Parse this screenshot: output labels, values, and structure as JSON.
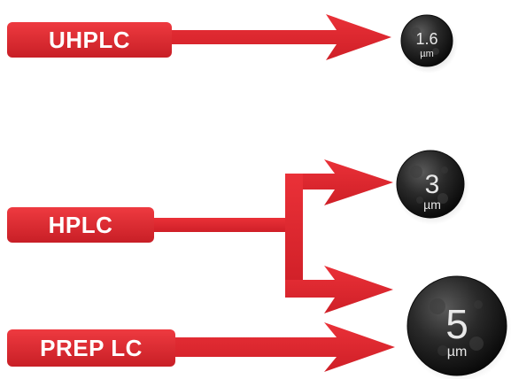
{
  "colors": {
    "arrow": "#e3252e",
    "arrow_dark": "#c91d26",
    "label_bg": "#e12a30",
    "label_text": "#ffffff",
    "particle": "#1a1a1a",
    "particle_text": "#e6e6e6"
  },
  "labels": {
    "uhplc": "UHPLC",
    "hplc": "HPLC",
    "prep": "PREP LC"
  },
  "particles": {
    "small": {
      "size": "1.6",
      "unit": "µm"
    },
    "medium": {
      "size": "3",
      "unit": "µm"
    },
    "large": {
      "size": "5",
      "unit": "µm"
    }
  }
}
